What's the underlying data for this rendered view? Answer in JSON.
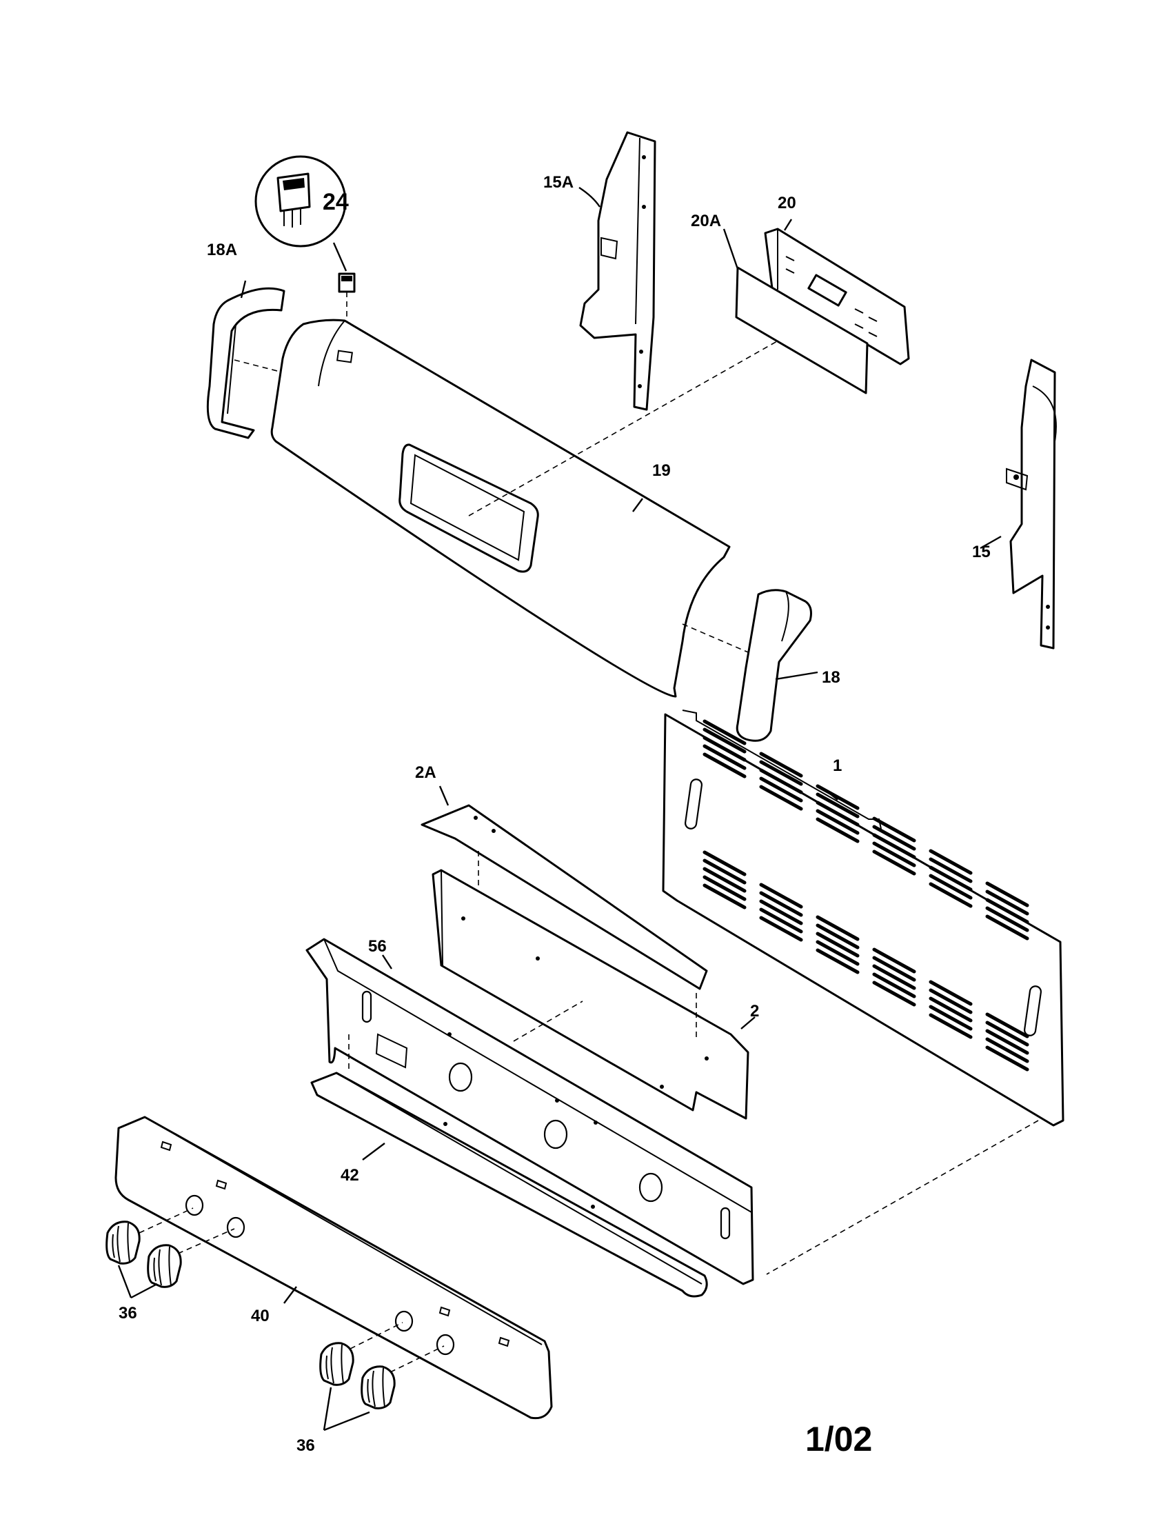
{
  "callouts": {
    "p1": "1",
    "p2": "2",
    "p2a": "2A",
    "p15": "15",
    "p15a": "15A",
    "p18": "18",
    "p18a": "18A",
    "p19": "19",
    "p20": "20",
    "p20a": "20A",
    "p24": "24",
    "p36a": "36",
    "p36b": "36",
    "p40": "40",
    "p42": "42",
    "p56": "56"
  },
  "footer": {
    "code": "1/02"
  }
}
